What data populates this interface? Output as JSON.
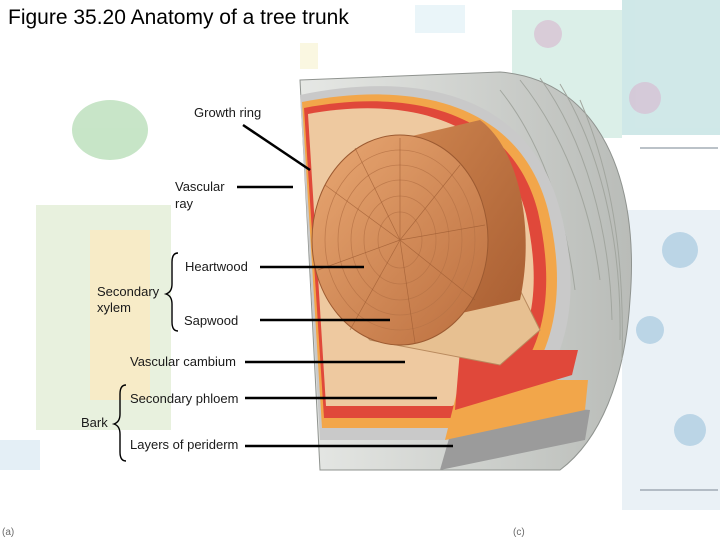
{
  "figure": {
    "title": "Figure 35.20 Anatomy of a tree trunk",
    "panel_left": "(a)",
    "panel_right": "(c)"
  },
  "labels": {
    "growth_ring": "Growth ring",
    "vascular_ray_1": "Vascular",
    "vascular_ray_2": "ray",
    "heartwood": "Heartwood",
    "secondary_xylem_1": "Secondary",
    "secondary_xylem_2": "xylem",
    "sapwood": "Sapwood",
    "vascular_cambium": "Vascular cambium",
    "secondary_phloem": "Secondary phloem",
    "bark": "Bark",
    "periderm": "Layers of periderm"
  },
  "colors": {
    "bark": "#d9dcd8",
    "heartwood": "#d28a55",
    "sapwood": "#eec9a0",
    "cambium": "#e0483a",
    "phloem": "#f2a64a",
    "periderm": "#bdbdbd"
  }
}
